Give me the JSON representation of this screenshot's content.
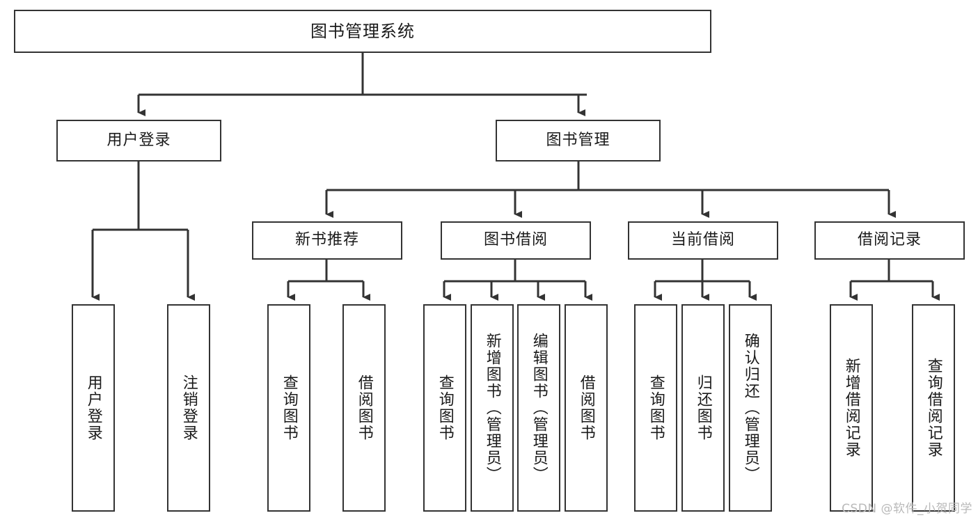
{
  "diagram": {
    "type": "tree",
    "title": "图书管理系统",
    "watermark": "CSDN @软件_小贺同学",
    "colors": {
      "stroke": "#333333",
      "fill": "#ffffff",
      "text": "#1a1a1a",
      "watermark": "#b9b9b9"
    },
    "levels": {
      "root": {
        "label": "图书管理系统"
      },
      "level2": [
        {
          "id": "user-login",
          "label": "用户登录"
        },
        {
          "id": "book-manage",
          "label": "图书管理"
        }
      ],
      "level3": [
        {
          "id": "new-book-rec",
          "label": "新书推荐"
        },
        {
          "id": "book-borrow",
          "label": "图书借阅"
        },
        {
          "id": "current-borrow",
          "label": "当前借阅"
        },
        {
          "id": "borrow-record",
          "label": "借阅记录"
        }
      ],
      "leaves": [
        {
          "id": "leaf-user-login",
          "label": "用户登录",
          "parent": "user-login"
        },
        {
          "id": "leaf-logout-login",
          "label": "注销登录",
          "parent": "user-login"
        },
        {
          "id": "leaf-query-book-1",
          "label": "查询图书",
          "parent": "new-book-rec"
        },
        {
          "id": "leaf-borrow-book-1",
          "label": "借阅图书",
          "parent": "new-book-rec"
        },
        {
          "id": "leaf-query-book-2",
          "label": "查询图书",
          "parent": "book-borrow"
        },
        {
          "id": "leaf-add-book",
          "label": "新增图书（管理员）",
          "parent": "book-borrow"
        },
        {
          "id": "leaf-edit-book",
          "label": "编辑图书（管理员）",
          "parent": "book-borrow"
        },
        {
          "id": "leaf-borrow-book-2",
          "label": "借阅图书",
          "parent": "book-borrow"
        },
        {
          "id": "leaf-query-book-3",
          "label": "查询图书",
          "parent": "current-borrow"
        },
        {
          "id": "leaf-return-book",
          "label": "归还图书",
          "parent": "current-borrow"
        },
        {
          "id": "leaf-confirm-return",
          "label": "确认归还（管理员）",
          "parent": "current-borrow"
        },
        {
          "id": "leaf-add-record",
          "label": "新增借阅记录",
          "parent": "borrow-record"
        },
        {
          "id": "leaf-query-record",
          "label": "查询借阅记录",
          "parent": "borrow-record"
        }
      ]
    }
  }
}
